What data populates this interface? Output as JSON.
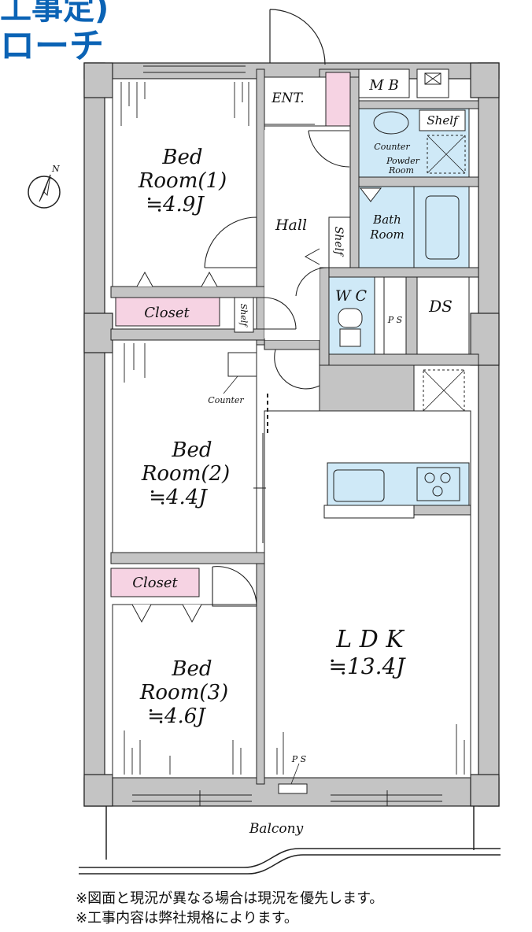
{
  "header": {
    "line1": "工事定)",
    "line2": "ローチ"
  },
  "compass": {
    "north_label": "N"
  },
  "rooms": {
    "bed1": {
      "name_1": "Bed",
      "name_2": "Room(1)",
      "size": "≒4.9J"
    },
    "bed2": {
      "name_1": "Bed",
      "name_2": "Room(2)",
      "size": "≒4.4J"
    },
    "bed3": {
      "name_1": "Bed",
      "name_2": "Room(3)",
      "size": "≒4.6J"
    },
    "ldk": {
      "name": "L D K",
      "size": "≒13.4J"
    },
    "entrance": "ENT.",
    "hall": "Hall",
    "mb": "M B",
    "shelf_wash": "Shelf",
    "shelf_hall": "Shelf",
    "shelf_small": "Shelf",
    "counter_wash": "Counter",
    "powder_1": "Powder",
    "powder_2": "Room",
    "bath_1": "Bath",
    "bath_2": "Room",
    "wc": "W C",
    "ps_mid": "P S",
    "ds": "DS",
    "closet_1": "Closet",
    "closet_2": "Closet",
    "counter_hall": "Counter",
    "ps_bottom": "P S",
    "balcony": "Balcony"
  },
  "colors": {
    "wall": "#c4c4c4",
    "wet": "#cfe9f7",
    "closet": "#f6d3e3",
    "brand": "#0b63b5"
  },
  "notes": {
    "line1": "※図面と現況が異なる場合は現況を優先します。",
    "line2": "※工事内容は弊社規格によります。"
  }
}
